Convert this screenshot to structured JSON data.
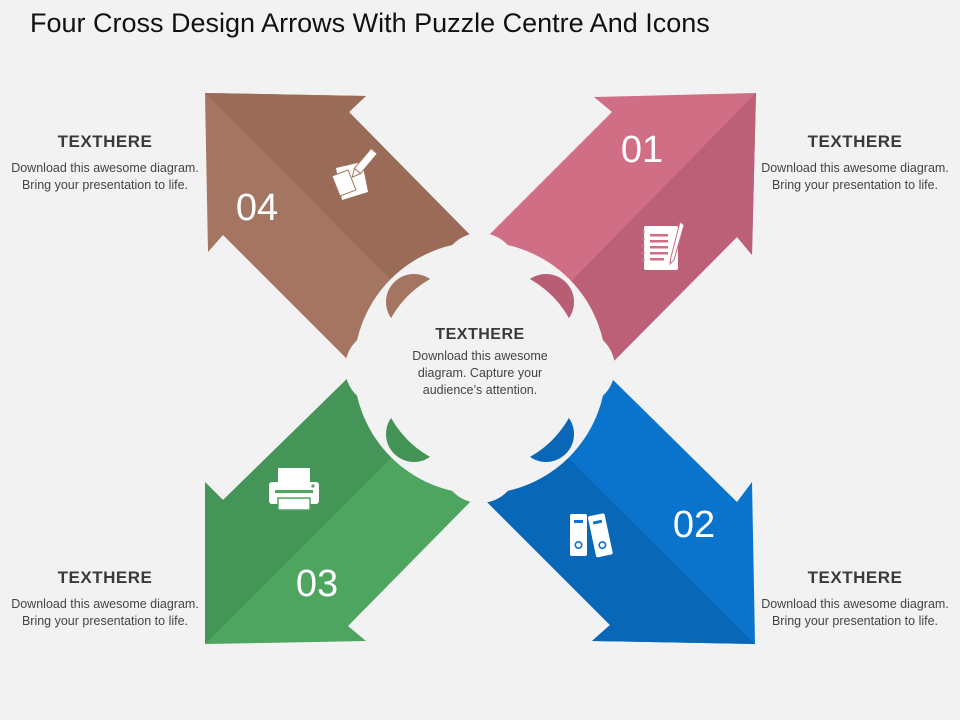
{
  "title": "Four Cross Design Arrows With Puzzle Centre And Icons",
  "colors": {
    "background": "#f2f2f2",
    "arrow_01": "#cf6e84",
    "arrow_02": "#0a73cc",
    "arrow_03": "#4da560",
    "arrow_04": "#a47560"
  },
  "arrows": [
    {
      "number": "01",
      "icon": "notepad-pen-icon",
      "color": "#cf6e84"
    },
    {
      "number": "02",
      "icon": "binders-icon",
      "color": "#0a73cc"
    },
    {
      "number": "03",
      "icon": "printer-icon",
      "color": "#4da560"
    },
    {
      "number": "04",
      "icon": "paper-pen-icon",
      "color": "#a47560"
    }
  ],
  "center": {
    "heading": "TEXTHERE",
    "body": "Download this awesome diagram. Capture your audience’s attention."
  },
  "blocks": {
    "top_left": {
      "heading": "TEXTHERE",
      "body": "Download this awesome diagram. Bring your presentation to life."
    },
    "top_right": {
      "heading": "TEXTHERE",
      "body": "Download this awesome diagram. Bring your presentation to life."
    },
    "bottom_left": {
      "heading": "TEXTHERE",
      "body": "Download this awesome diagram. Bring your presentation to life."
    },
    "bottom_right": {
      "heading": "TEXTHERE",
      "body": "Download this awesome diagram. Bring your presentation to life."
    }
  }
}
